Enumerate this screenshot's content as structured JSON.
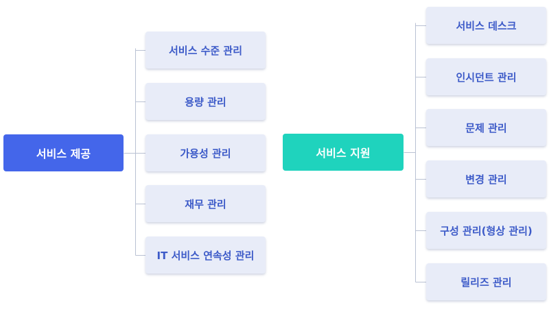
{
  "colors": {
    "provision_root": "#4466ea",
    "support_root": "#1fd3bd",
    "child_background": "#e8ecf8",
    "child_text": "#3c5ac8",
    "connector": "#b9c1d3"
  },
  "service_provision": {
    "label": "서비스 제공",
    "items": [
      {
        "label": "서비스 수준 관리"
      },
      {
        "label": "용량 관리"
      },
      {
        "label": "가용성 관리"
      },
      {
        "label": "재무 관리"
      },
      {
        "label": "IT 서비스 연속성 관리"
      }
    ]
  },
  "service_support": {
    "label": "서비스 지원",
    "items": [
      {
        "label": "서비스 데스크"
      },
      {
        "label": "인시던트 관리"
      },
      {
        "label": "문제 관리"
      },
      {
        "label": "변경 관리"
      },
      {
        "label": "구성 관리(형상 관리)"
      },
      {
        "label": "릴리즈 관리"
      }
    ]
  }
}
